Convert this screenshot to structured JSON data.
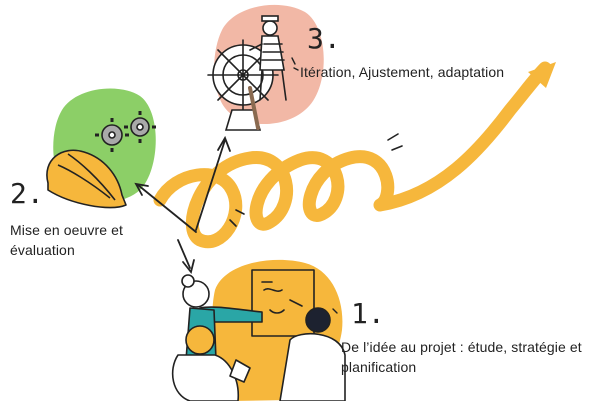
{
  "steps": [
    {
      "number": "3.",
      "label": "Itération, Ajustement, adaptation",
      "blob_color": "#f2b8a6"
    },
    {
      "number": "2.",
      "label": "Mise en oeuvre et évaluation",
      "blob_color": "#8ccf67"
    },
    {
      "number": "1.",
      "label": "De l’idée au projet : étude, stratégie et planification",
      "blob_color": "#f6b73c"
    }
  ],
  "colors": {
    "arrow": "#f6b73c",
    "ink": "#222222",
    "helmet": "#f6b73c",
    "gear": "#a9a9a9",
    "shirt": "#2aa6a6"
  },
  "icons": [
    "ship-wheel-sailor-icon",
    "helmet-gears-icon",
    "team-planning-board-icon"
  ]
}
